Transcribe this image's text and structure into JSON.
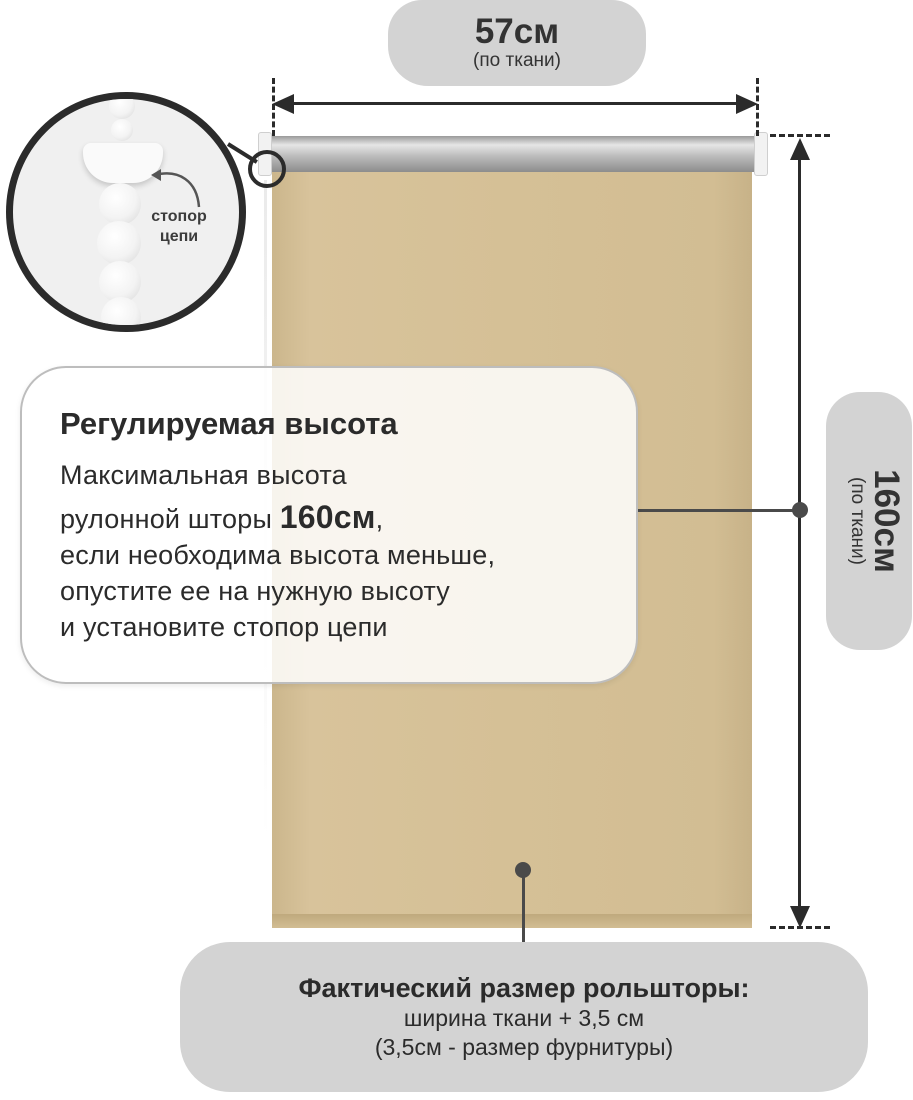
{
  "width_label": {
    "value": "57см",
    "note": "(по ткани)"
  },
  "height_label": {
    "value": "160см",
    "note": "(по ткани)"
  },
  "zoom": {
    "stopper_line1": "стопор",
    "stopper_line2": "цепи"
  },
  "info_card": {
    "title": "Регулируемая высота",
    "line1": "Максимальная высота",
    "line2_prefix": "рулонной шторы ",
    "line2_emph": "160см",
    "line2_suffix": ",",
    "line3": "если необходима высота меньше,",
    "line4": "опустите ее на нужную высоту",
    "line5": "и установите стопор цепи"
  },
  "bottom_card": {
    "title": "Фактический размер рольшторы:",
    "line1": "ширина ткани + 3,5 см",
    "line2": "(3,5см - размер фурнитуры)"
  },
  "colors": {
    "fabric": "#d5c096",
    "pill": "#d3d3d3",
    "ink": "#2b2b2b"
  }
}
